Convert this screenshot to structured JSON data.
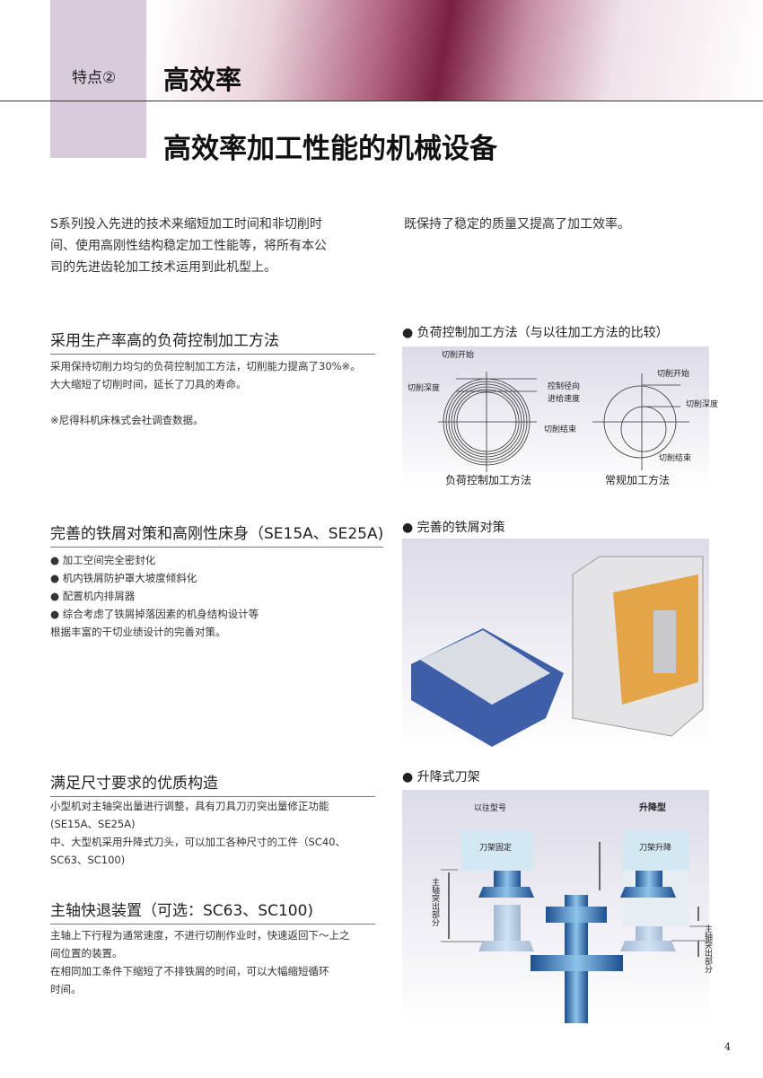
{
  "header": {
    "tag": "特点②",
    "heading": "高效率",
    "title": "高效率加工性能的机械设备"
  },
  "intro": {
    "left": [
      "S系列投入先进的技术来缩短加工时间和非切削时",
      "间、使用高刚性结构稳定加工性能等，将所有本公",
      "司的先进齿轮加工技术运用到此机型上。"
    ],
    "right": "既保持了稳定的质量又提高了加工效率。"
  },
  "section1": {
    "title": "采用生产率高的负荷控制加工方法",
    "lines": [
      "采用保持切削力均匀的负荷控制加工方法，切削能力提高了30%※。",
      "大大缩短了切削时间，延长了刀具的寿命。"
    ],
    "note": "※尼得科机床株式会社调查数据。"
  },
  "figure1": {
    "caption": "● 负荷控制加工方法（与以往加工方法的比较）",
    "left_labels": {
      "start": "切削开始",
      "depth": "切削深度",
      "feed1": "控制径向",
      "feed2": "进给速度",
      "end": "切削结束",
      "name": "负荷控制加工方法"
    },
    "right_labels": {
      "start": "切削开始",
      "depth": "切削深度",
      "end": "切削结束",
      "name": "常规加工方法"
    }
  },
  "section2": {
    "title": "完善的铁屑对策和高刚性床身（SE15A、SE25A)",
    "bullets": [
      "加工空间完全密封化",
      "机内铁屑防护罩大坡度倾斜化",
      "配置机内排屑器",
      "综合考虑了铁屑掉落因素的机身结构设计等"
    ],
    "tail": "根据丰富的干切业绩设计的完善对策。"
  },
  "figure2": {
    "caption": "● 完善的铁屑对策"
  },
  "section3": {
    "title": "满足尺寸要求的优质构造",
    "lines": [
      "小型机对主轴突出量进行调整，具有刀具刀刃突出量修正功能",
      "(SE15A、SE25A)",
      "中、大型机采用升降式刀头，可以加工各种尺寸的工件（SC40、",
      "SC63、SC100)"
    ]
  },
  "section4": {
    "title": "主轴快退装置（可选：SC63、SC100)",
    "lines": [
      "主轴上下行程为通常速度，不进行切削作业时，快速返回下～上之",
      "间位置的装置。",
      "在相同加工条件下缩短了不排铁屑的时间，可以大幅缩短循环",
      "时间。"
    ]
  },
  "figure3": {
    "caption": "● 升降式刀架",
    "old_label": "以往型号",
    "new_label": "升降型",
    "fixed": "刀架固定",
    "lift": "刀架升降",
    "protrusion": "主轴突出部分"
  },
  "page_number": "4"
}
